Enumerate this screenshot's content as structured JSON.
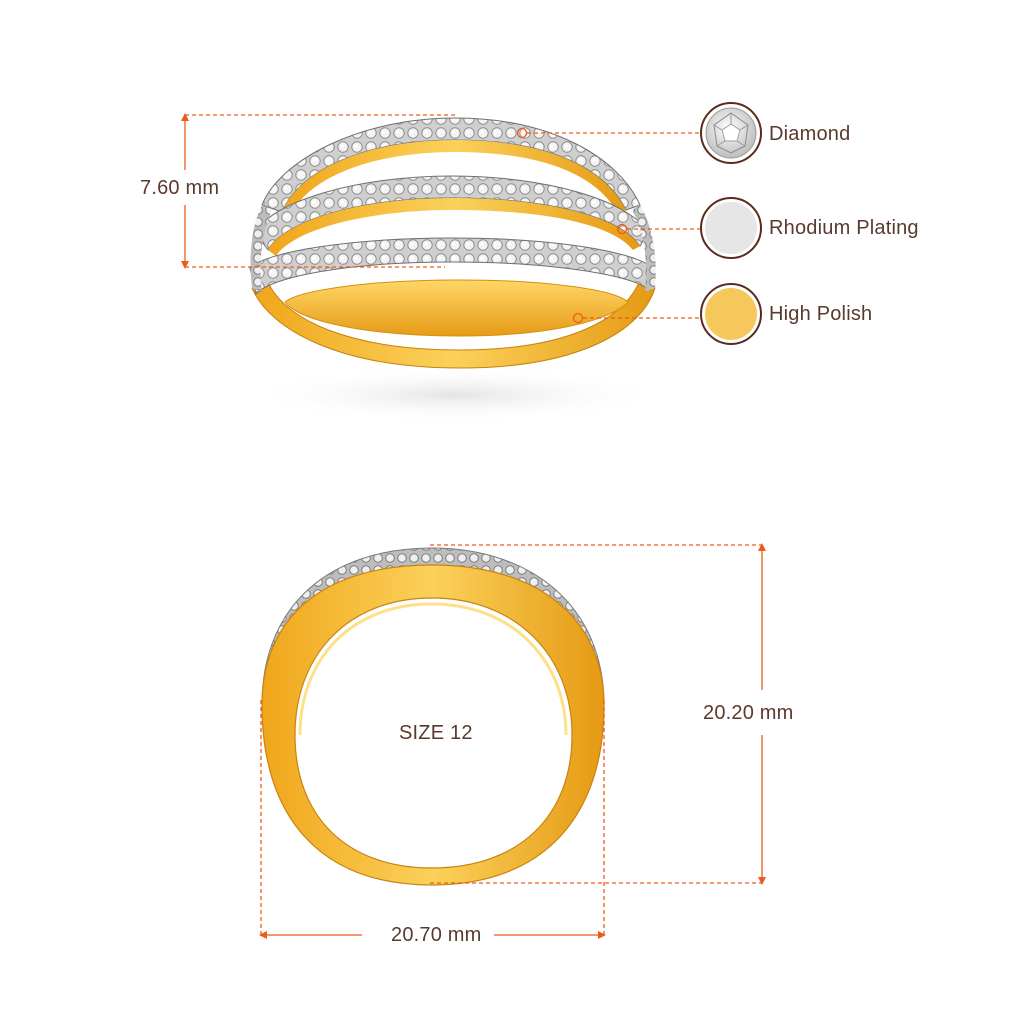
{
  "top_view": {
    "height_label": "7.60 mm"
  },
  "materials": [
    {
      "name": "Diamond",
      "swatch_color": "#e9e9e9"
    },
    {
      "name": "Rhodium Plating",
      "swatch_color": "#e6e6e6"
    },
    {
      "name": "High Polish",
      "swatch_color": "#f6c75a"
    }
  ],
  "front_view": {
    "size_label": "SIZE 12",
    "height_label": "20.20 mm",
    "width_label": "20.70 mm"
  },
  "colors": {
    "dimension_line": "#ef5a1a",
    "text": "#5b3a2e",
    "gold": "#f3b52a",
    "gold_dark": "#d78e12",
    "diamond": "#d8d8d8"
  }
}
